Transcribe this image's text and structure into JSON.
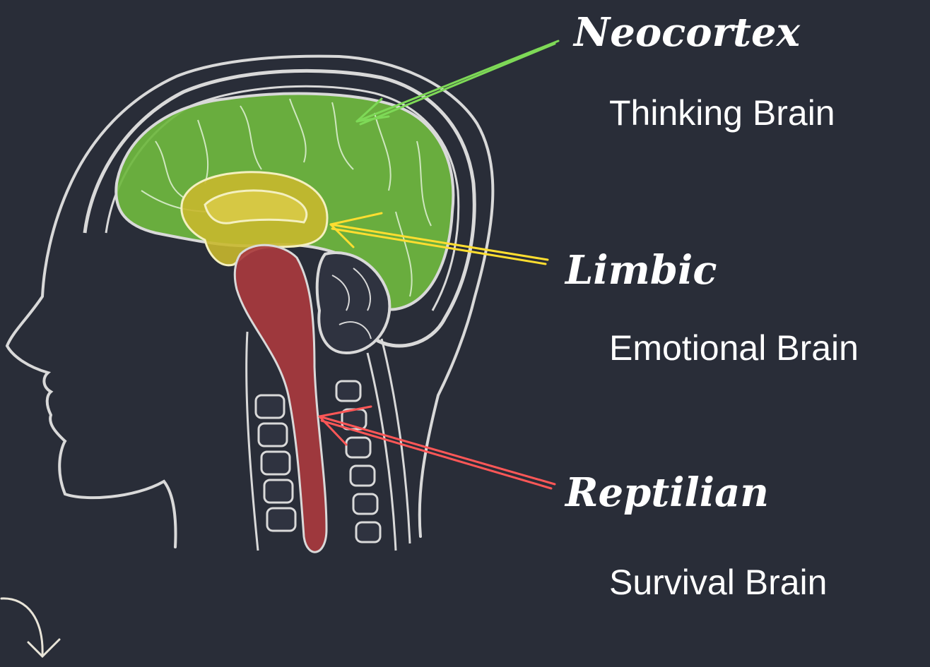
{
  "labels": {
    "neocortex": {
      "title": "Neocortex",
      "subtitle": "Thinking Brain"
    },
    "limbic": {
      "title": "Limbic",
      "subtitle": "Emotional Brain"
    },
    "reptilian": {
      "title": "Reptilian",
      "subtitle": "Survival Brain"
    }
  },
  "colors": {
    "background": "#292d38",
    "outline": "#d9d9d9",
    "neocortex": "#6fb83f",
    "limbic": "#c8b82e",
    "reptilian": "#a83a3e",
    "arrow_green": "#7ed957",
    "arrow_yellow": "#ffde30",
    "arrow_red": "#ff5757"
  }
}
